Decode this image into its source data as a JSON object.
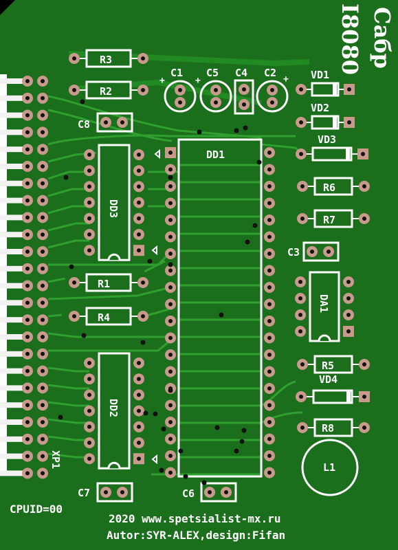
{
  "title_vertical": "I8080",
  "title_vertical2": "Сабр",
  "footer": {
    "line1": "2020 www.spetsialist-mx.ru",
    "line2": "Autor:SYR-ALEX,design:Fifan"
  },
  "cpuid_label": "CPUID=00",
  "connector_label": "XP1",
  "components": {
    "r3": "R3",
    "r2": "R2",
    "r1": "R1",
    "r4": "R4",
    "r5": "R5",
    "r6": "R6",
    "r7": "R7",
    "r8": "R8",
    "c1": "C1",
    "c2": "C2",
    "c3": "C3",
    "c4": "C4",
    "c5": "C5",
    "c6": "C6",
    "c7": "C7",
    "c8": "C8",
    "vd1": "VD1",
    "vd2": "VD2",
    "vd3": "VD3",
    "vd4": "VD4",
    "dd1": "DD1",
    "dd2": "DD2",
    "dd3": "DD3",
    "da1": "DA1",
    "l1": "L1",
    "plus": "+"
  },
  "colors": {
    "board": "#1a6b1a",
    "copper_plane": "#1f7a1f",
    "trace": "#2e9a2e",
    "silk": "#ffffff",
    "pad": "#c89a8c",
    "connector_finger": "#f2f2f2"
  }
}
